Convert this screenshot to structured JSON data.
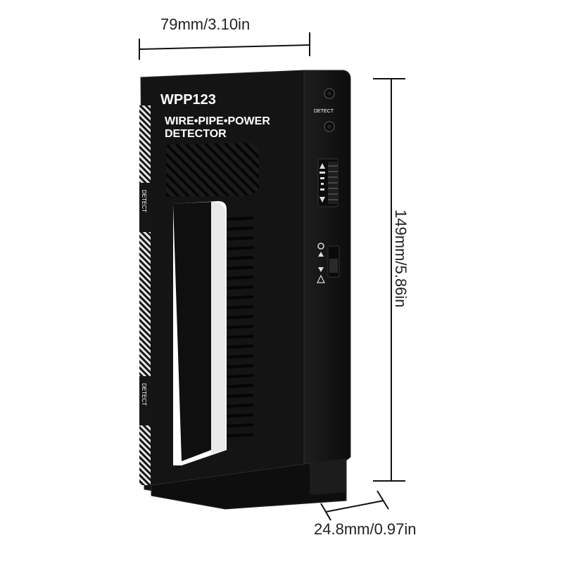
{
  "product": {
    "model": "WPP123",
    "name_line1": "WIRE•PIPE•POWER",
    "name_line2": "DETECTOR",
    "detect_label": "DETECT",
    "side_label_top": "DETECT",
    "side_label_bottom": "DETECT"
  },
  "dimensions": {
    "width": "79mm/3.10in",
    "height": "149mm/5.86in",
    "depth": "24.8mm/0.97in"
  },
  "colors": {
    "body": "#141414",
    "body_edge": "#2a2a2a",
    "text": "#ffffff",
    "dimension_line": "#111111"
  }
}
